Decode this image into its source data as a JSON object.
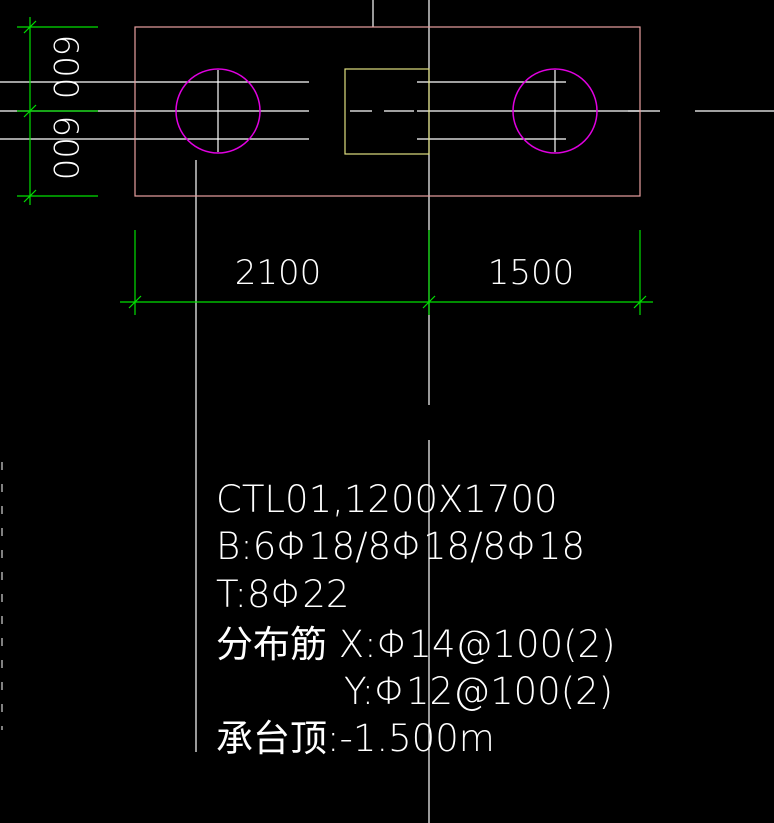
{
  "colors": {
    "background": "#000000",
    "pile_cap_outline": "#e8a0a0",
    "pile_circle": "#e000e0",
    "column": "#e0e080",
    "dimension": "#00e000",
    "axis": "#ffffff"
  },
  "dimensions": {
    "left_upper": "600",
    "left_lower": "600",
    "bottom_left": "2100",
    "bottom_right": "1500"
  },
  "annotation": {
    "line1": "CTL01,1200X1700",
    "line2": "B:6Φ18/8Φ18/8Φ18",
    "line3": "T:8Φ22",
    "line4": "分布筋 X:Φ14@100(2)",
    "line5": "Y:Φ12@100(2)",
    "line6": "承台顶:-1.500m"
  }
}
